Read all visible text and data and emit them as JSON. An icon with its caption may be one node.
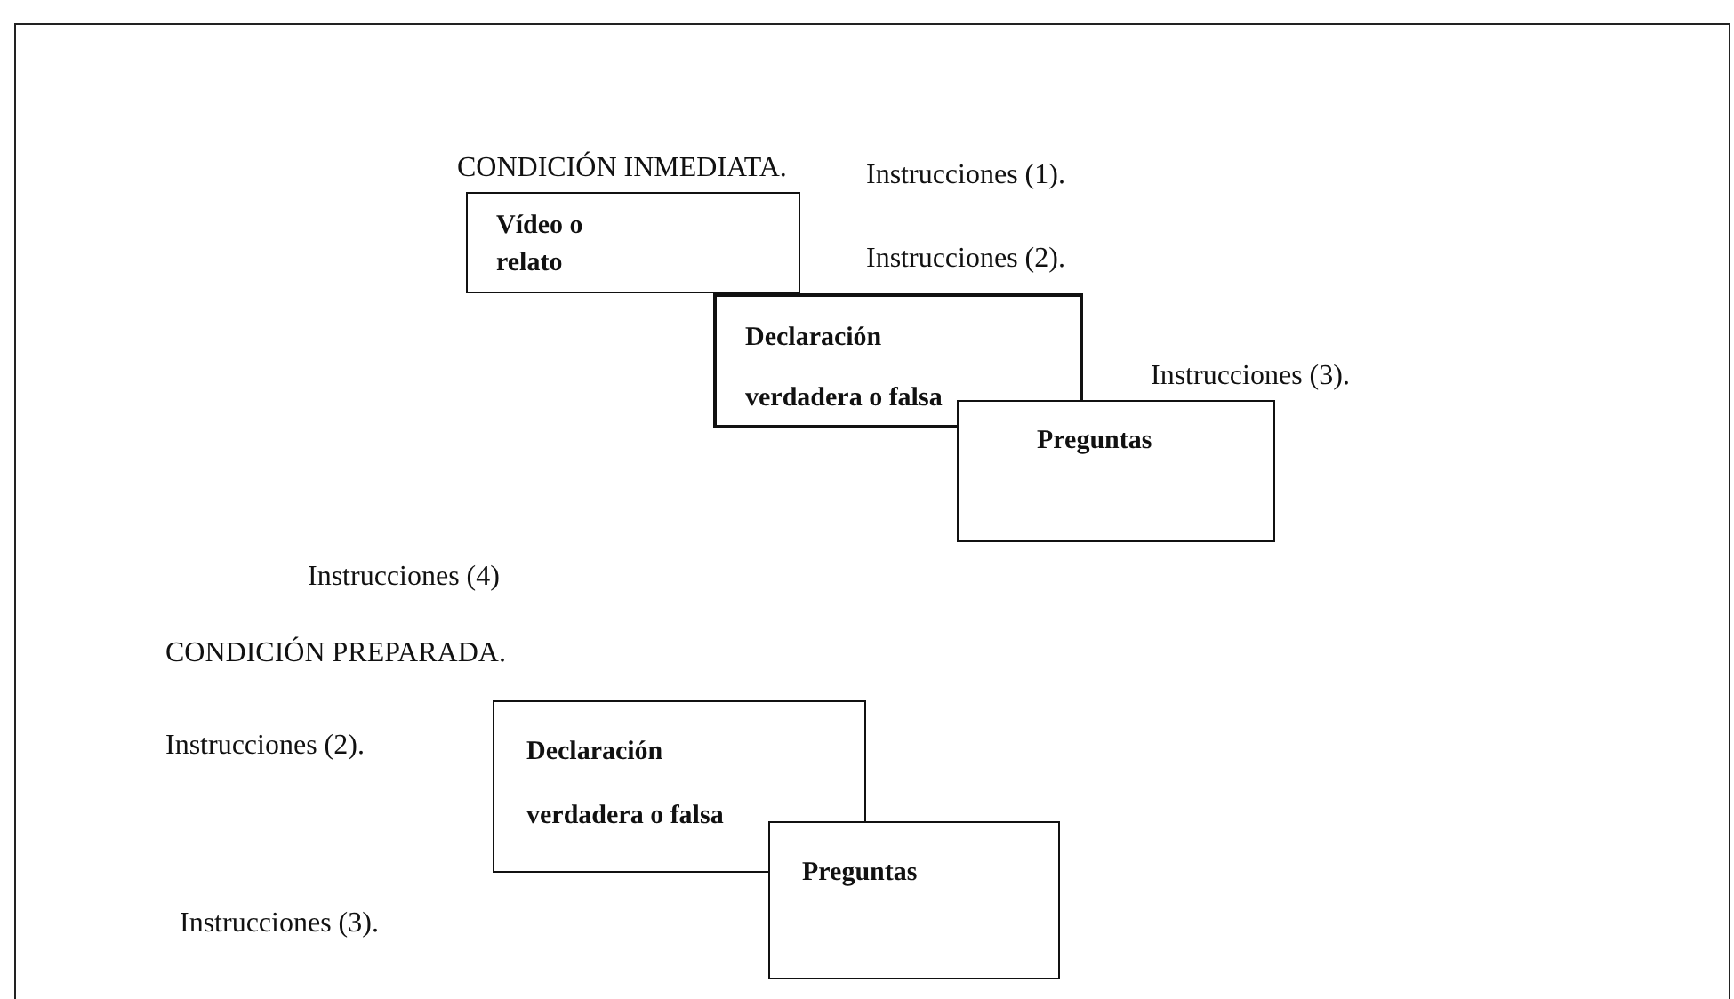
{
  "diagram": {
    "nodes": [
      {
        "text": [
          "Vídeo o relato"
        ]
      },
      {
        "text": [
          "Declaración verdadera o falsa"
        ]
      },
      {
        "text": [
          "Preguntas"
        ]
      },
      {
        "text": [
          "Declaración verdadera o falsa"
        ]
      },
      {
        "text": [
          "Preguntas"
        ]
      }
    ],
    "labels": [
      "CONDICIÓN INMEDIATA.",
      "Instrucciones (1).",
      "Instrucciones (2).",
      "Instrucciones (3).",
      "Instrucciones (4)",
      "CONDICIÓN PREPARADA.",
      "Instrucciones (2).",
      "Instrucciones (3)."
    ]
  }
}
